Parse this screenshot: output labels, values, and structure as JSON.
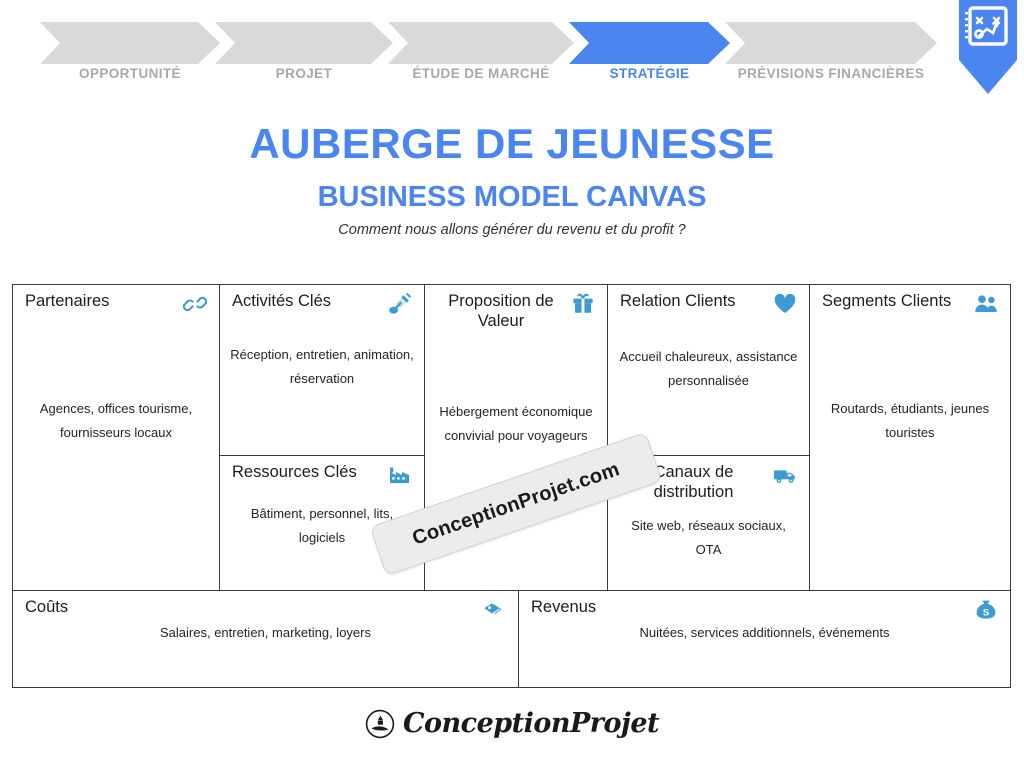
{
  "colors": {
    "accent_blue": "#4a85f0",
    "icon_blue": "#3d9bd1",
    "inactive_gray": "#d9d9d9",
    "inactive_text": "#a8a8a8",
    "border": "#3a3a3a",
    "watermark_bg": "#ececec"
  },
  "stepnav": {
    "pin_icon": "strategy-playbook-icon",
    "steps": [
      {
        "label": "OPPORTUNITÉ",
        "state": "inactive"
      },
      {
        "label": "PROJET",
        "state": "inactive"
      },
      {
        "label": "ÉTUDE DE MARCHÉ",
        "state": "inactive"
      },
      {
        "label": "STRATÉGIE",
        "state": "active"
      },
      {
        "label": "PRÉVISIONS FINANCIÈRES",
        "state": "inactive"
      }
    ]
  },
  "header": {
    "title": "AUBERGE DE JEUNESSE",
    "subtitle": "BUSINESS MODEL CANVAS",
    "tagline": "Comment nous allons générer du revenu et du profit ?"
  },
  "canvas": {
    "partners": {
      "title": "Partenaires",
      "icon": "chain-link-icon",
      "body": "Agences, offices tourisme, fournisseurs locaux"
    },
    "activities": {
      "title": "Activités Clés",
      "icon": "shovel-icon",
      "body": "Réception, entretien, animation, réservation"
    },
    "resources": {
      "title": "Ressources Clés",
      "icon": "factory-icon",
      "body": "Bâtiment, personnel, lits, logiciels"
    },
    "value": {
      "title": "Proposition de Valeur",
      "icon": "gift-icon",
      "body": "Hébergement économique convivial pour voyageurs"
    },
    "relations": {
      "title": "Relation Clients",
      "icon": "heart-icon",
      "body": "Accueil chaleureux, assistance personnalisée"
    },
    "channels": {
      "title": "Canaux de distribution",
      "icon": "truck-icon",
      "body": "Site web, réseaux sociaux, OTA"
    },
    "segments": {
      "title": "Segments Clients",
      "icon": "people-icon",
      "body": "Routards, étudiants, jeunes touristes"
    },
    "costs": {
      "title": "Coûts",
      "icon": "price-tag-icon",
      "body": "Salaires, entretien, marketing, loyers"
    },
    "revenue": {
      "title": "Revenus",
      "icon": "money-bag-icon",
      "body": "Nuitées, services additionnels, événements"
    }
  },
  "watermark": {
    "text": "ConceptionProjet.com"
  },
  "footer": {
    "brand": "ConceptionProjet",
    "mark_icon": "hand-badge-logo-icon"
  }
}
